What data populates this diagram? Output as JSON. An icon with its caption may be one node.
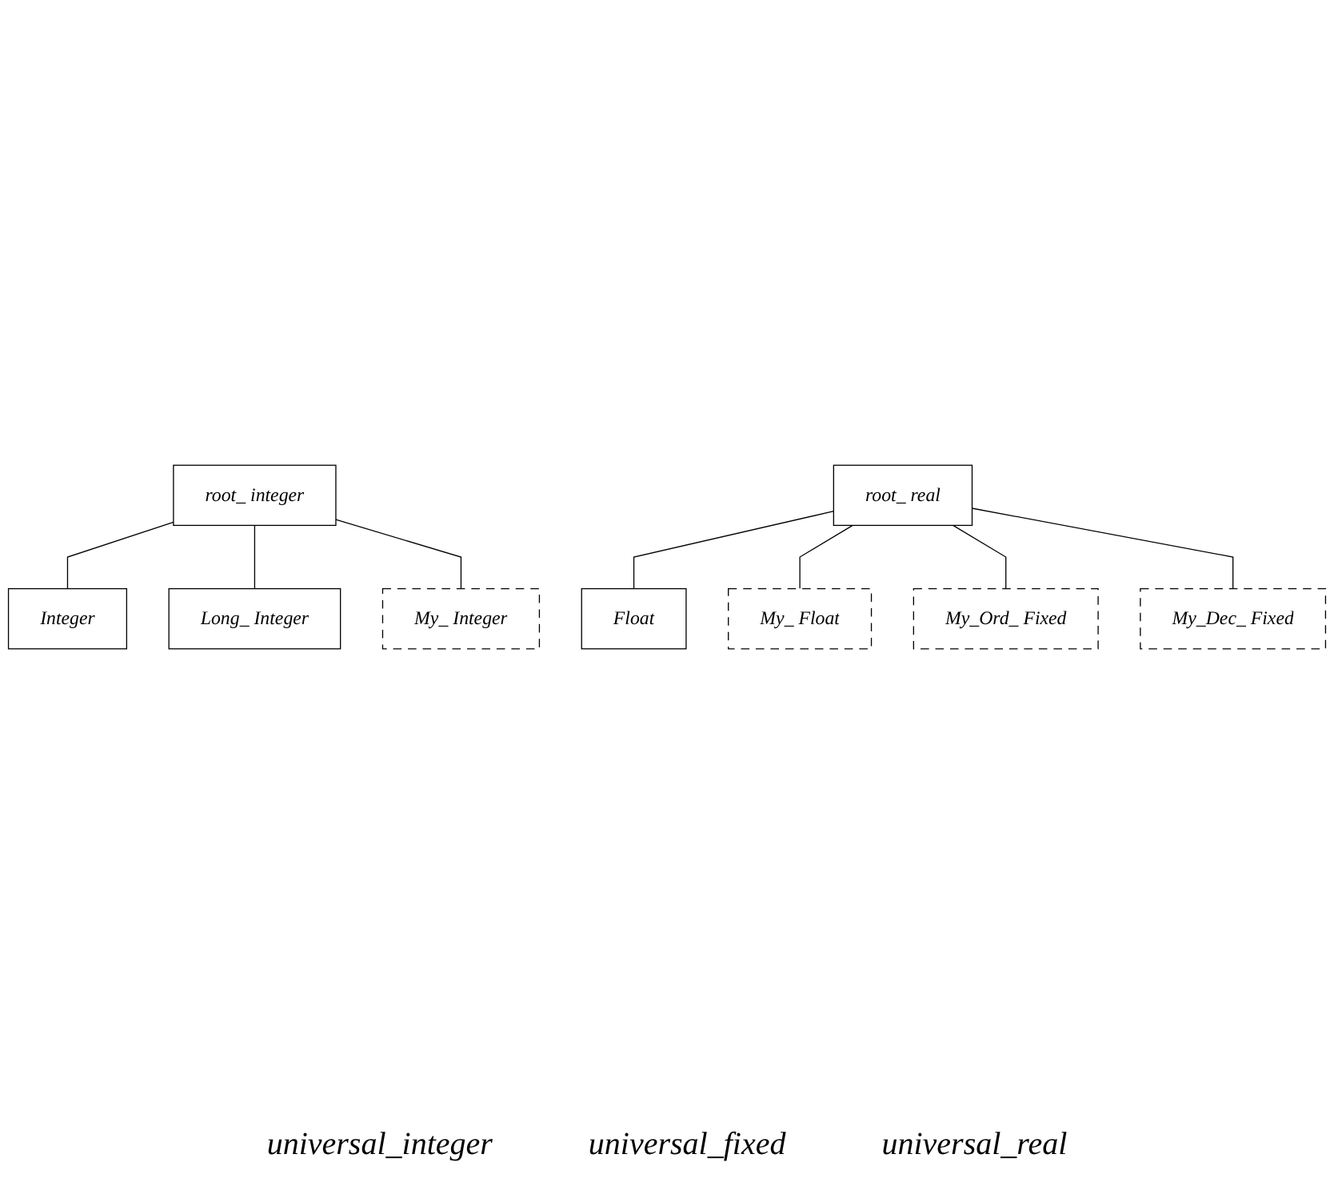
{
  "diagram": {
    "nodes": [
      {
        "text": [
          "root_ integer"
        ]
      },
      {
        "text": [
          "Integer"
        ]
      },
      {
        "text": [
          "Long_ Integer"
        ]
      },
      {
        "text": [
          "My_ Integer"
        ]
      },
      {
        "text": [
          "root_ real"
        ]
      },
      {
        "text": [
          "Float"
        ]
      },
      {
        "text": [
          "My_ Float"
        ]
      },
      {
        "text": [
          "My_Ord_ Fixed"
        ]
      },
      {
        "text": [
          "My_Dec_ Fixed"
        ]
      }
    ],
    "edges": [
      {
        "from": 0,
        "to": 1,
        "arrow": "none"
      },
      {
        "from": 0,
        "to": 2,
        "arrow": "none"
      },
      {
        "from": 0,
        "to": 3,
        "arrow": "none"
      },
      {
        "from": 4,
        "to": 5,
        "arrow": "none"
      },
      {
        "from": 4,
        "to": 6,
        "arrow": "none"
      },
      {
        "from": 4,
        "to": 7,
        "arrow": "none"
      },
      {
        "from": 4,
        "to": 8,
        "arrow": "none"
      }
    ],
    "labels": [
      "universal_integer",
      "universal_fixed",
      "universal_real"
    ]
  }
}
